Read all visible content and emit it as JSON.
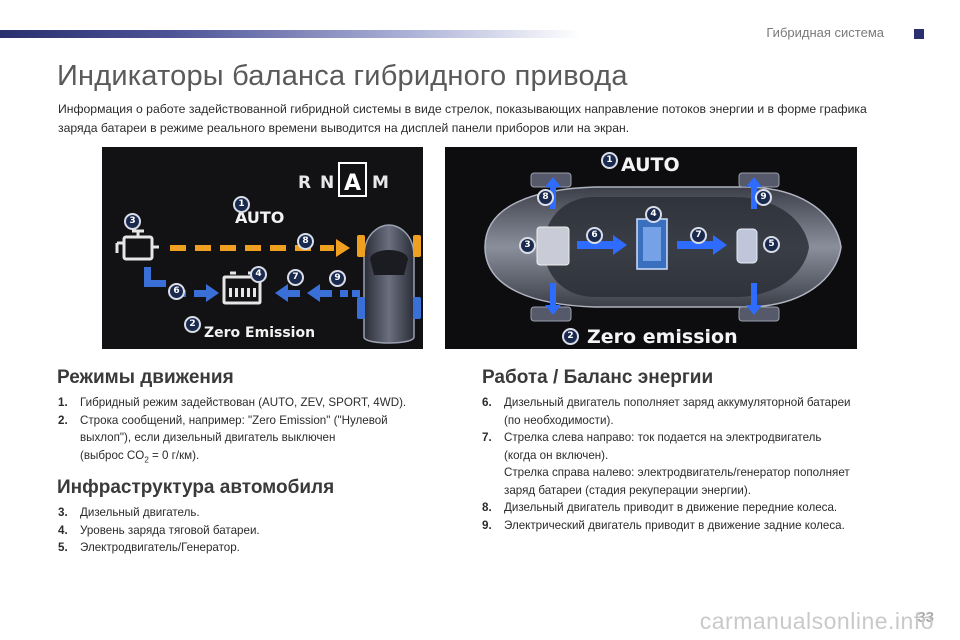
{
  "header": {
    "section": "Гибридная система"
  },
  "page": {
    "title": "Индикаторы баланса гибридного привода",
    "intro": "Информация о работе задействованной гибридной системы в виде стрелок, показывающих направление потоков энергии и в форме графика заряда батареи в режиме реального времени выводится на дисплей панели приборов или на экран."
  },
  "figure_left": {
    "modes": [
      "R",
      "N",
      "A",
      "M"
    ],
    "status_label": "AUTO",
    "message": "Zero Emission",
    "callouts": [
      "1",
      "2",
      "3",
      "4",
      "6",
      "7",
      "8",
      "9"
    ],
    "colors": {
      "arrow_orange": "#f0a020",
      "arrow_blue": "#3b6fd8",
      "background": "#121214"
    }
  },
  "figure_right": {
    "status_label": "AUTO",
    "message": "Zero emission",
    "callouts": [
      "1",
      "2",
      "3",
      "4",
      "5",
      "6",
      "7",
      "8",
      "9"
    ]
  },
  "sections": {
    "driving_modes": {
      "heading": "Режимы движения",
      "items": [
        {
          "num": "1.",
          "lines": [
            "Гибридный режим задействован (AUTO, ZEV, SPORT, 4WD)."
          ]
        },
        {
          "num": "2.",
          "lines": [
            "Строка сообщений, например: \"Zero Emission\" (\"Нулевой",
            "выхлоп\"), если дизельный двигатель выключен"
          ],
          "co2_prefix": "(выброс CO",
          "co2_sub": "2",
          "co2_suffix": " = 0 г/км)."
        }
      ]
    },
    "infrastructure": {
      "heading": "Инфраструктура автомобиля",
      "items": [
        {
          "num": "3.",
          "text": "Дизельный двигатель."
        },
        {
          "num": "4.",
          "text": "Уровень заряда тяговой батареи."
        },
        {
          "num": "5.",
          "text": "Электродвигатель/Генератор."
        }
      ]
    },
    "energy_balance": {
      "heading": "Работа / Баланс энергии",
      "items": [
        {
          "num": "6.",
          "lines": [
            "Дизельный двигатель пополняет заряд аккумуляторной батареи",
            "(по необходимости)."
          ]
        },
        {
          "num": "7.",
          "lines": [
            "Стрелка слева направо: ток подается на электродвигатель",
            "(когда он включен).",
            "Стрелка справа налево: электродвигатель/генератор пополняет",
            "заряд батареи (стадия рекуперации энергии)."
          ]
        },
        {
          "num": "8.",
          "lines": [
            "Дизельный двигатель приводит в движение передние колеса."
          ]
        },
        {
          "num": "9.",
          "lines": [
            "Электрический двигатель приводит в движение задние колеса."
          ]
        }
      ]
    }
  },
  "footer": {
    "page_number": "33",
    "watermark": "carmanualsonline.info"
  }
}
